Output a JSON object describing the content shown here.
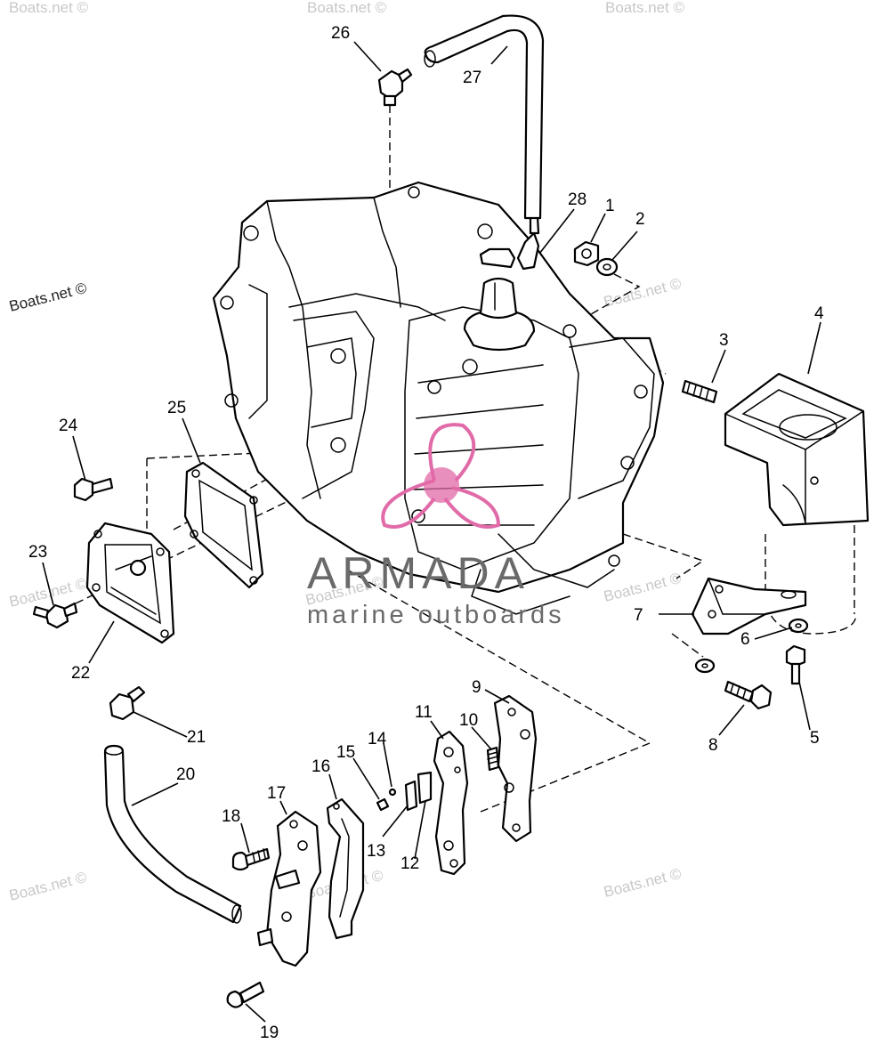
{
  "watermark": {
    "text": "Boats.net ©"
  },
  "brand": {
    "name": "ARMADA",
    "tagline": "marine outboards",
    "logo_color": "#e16aa8"
  },
  "callouts": [
    "1",
    "2",
    "3",
    "4",
    "5",
    "6",
    "7",
    "8",
    "9",
    "10",
    "11",
    "12",
    "13",
    "14",
    "15",
    "16",
    "17",
    "18",
    "19",
    "20",
    "21",
    "22",
    "23",
    "24",
    "25",
    "26",
    "27",
    "28"
  ]
}
